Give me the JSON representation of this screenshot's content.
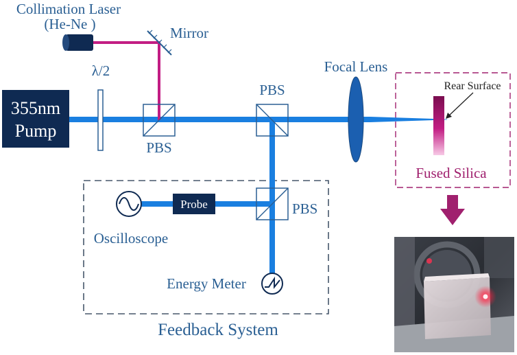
{
  "labels": {
    "collimation_laser_line1": "Collimation Laser",
    "collimation_laser_line2": "(He-Ne )",
    "mirror": "Mirror",
    "half_wave": "λ/2",
    "pbs_1": "PBS",
    "pbs_2": "PBS",
    "pbs_3": "PBS",
    "pump_line1": "355nm",
    "pump_line2": "Pump",
    "focal_lens": "Focal Lens",
    "rear_surface": "Rear Surface",
    "fused_silica": "Fused Silica",
    "probe": "Probe",
    "oscilloscope": "Oscilloscope",
    "energy_meter": "Energy Meter",
    "feedback_system": "Feedback System"
  },
  "colors": {
    "beam_blue": "#1a7fe0",
    "laser_magenta": "#c21d83",
    "dark_navy": "#0f2a52",
    "label_blue": "#2a5f93",
    "dashed_gray": "#46566a",
    "dashed_magenta": "#a0206e"
  },
  "icons": {
    "oscilloscope": "sine-wave-icon",
    "energy_meter": "sawtooth-wave-icon"
  }
}
